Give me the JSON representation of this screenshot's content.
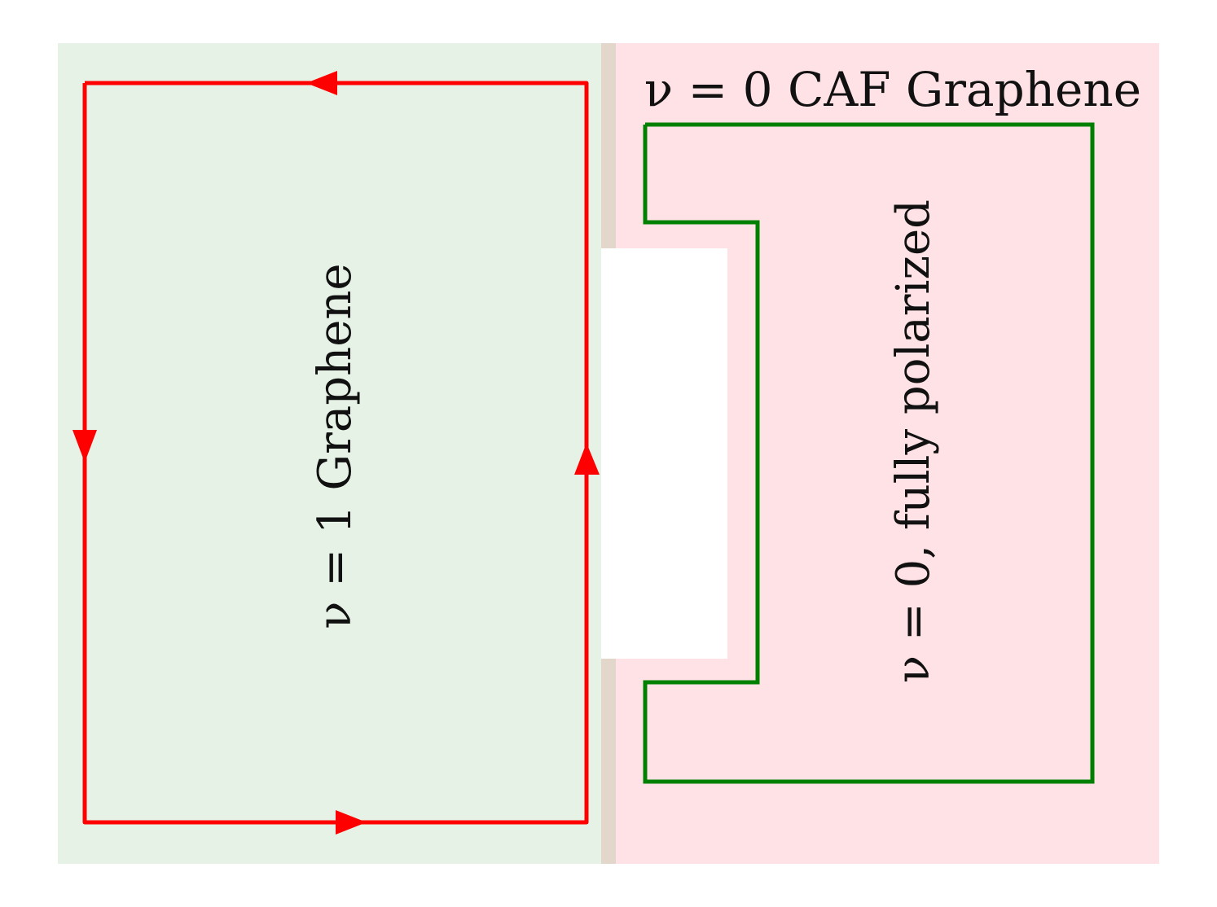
{
  "labels": {
    "caf_title": "ν = 0 CAF Graphene",
    "left_region": "ν = 1 Graphene",
    "right_region": "ν = 0,  fully polarized"
  },
  "colors": {
    "left_fill": "#e5f2e5",
    "right_fill": "#ffe2e5",
    "junction_fill": "#e3d6ca",
    "notch_fill": "#ffffff",
    "red_edge": "#ff0000",
    "green_edge": "#008000",
    "text": "#111111"
  },
  "icons": {
    "arrow": "triangle-arrow-icon"
  }
}
